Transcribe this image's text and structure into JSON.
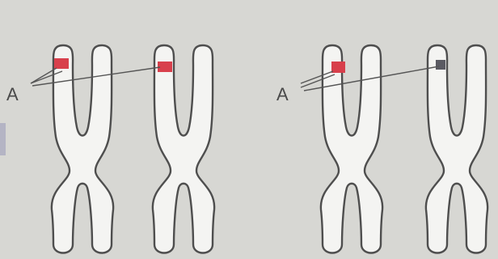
{
  "figure": {
    "label_left": "A",
    "label_right": "A"
  },
  "colors": {
    "background": "#d7d7d3",
    "chromosome_fill": "#f4f4f2",
    "outline": "#4e4e4e",
    "gene_red": "#d8404c",
    "gene_dark": "#5a5a62"
  },
  "pairs": [
    {
      "name": "left-pair",
      "bands": [
        "red",
        "red"
      ]
    },
    {
      "name": "right-pair",
      "bands": [
        "red",
        "dark"
      ]
    }
  ]
}
